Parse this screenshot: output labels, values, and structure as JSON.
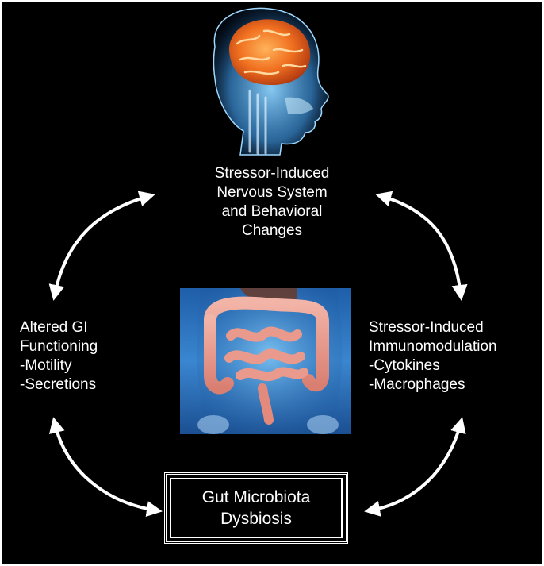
{
  "diagram": {
    "background_color": "#000000",
    "arrow_color": "#ffffff",
    "head_illustration": "head-with-brain-illustration",
    "gut_illustration": "intestines-illustration",
    "nodes": {
      "top": {
        "lines": [
          "Stressor-Induced",
          "Nervous System",
          "and Behavioral",
          "Changes"
        ]
      },
      "left": {
        "lines": [
          "Altered GI",
          "Functioning",
          "-Motility",
          "-Secretions"
        ]
      },
      "right": {
        "lines": [
          "Stressor-Induced",
          "Immunomodulation",
          "-Cytokines",
          "-Macrophages"
        ]
      },
      "bottom": {
        "lines": [
          "Gut Microbiota",
          "Dysbiosis"
        ]
      }
    },
    "connections": [
      {
        "from": "top",
        "to": "left",
        "direction": "both"
      },
      {
        "from": "top",
        "to": "right",
        "direction": "both"
      },
      {
        "from": "left",
        "to": "bottom",
        "direction": "both"
      },
      {
        "from": "right",
        "to": "bottom",
        "direction": "both"
      }
    ]
  }
}
